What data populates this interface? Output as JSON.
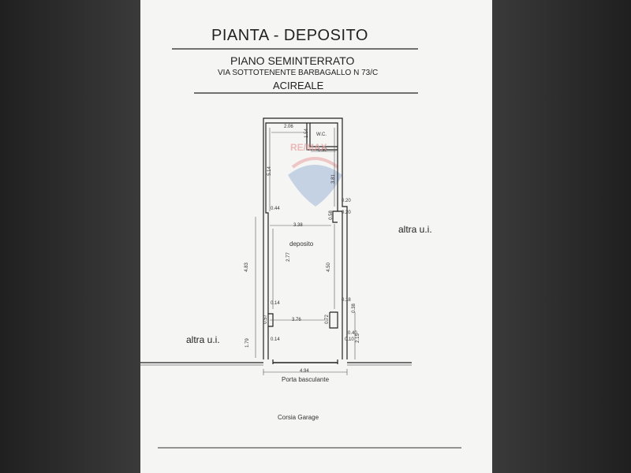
{
  "header": {
    "title": "PIANTA -   DEPOSITO",
    "floor": "PIANO SEMINTERRATO",
    "address": "VIA SOTTOTENENTE BARBAGALLO N 73/C",
    "city": "ACIREALE"
  },
  "plan": {
    "room_label": "deposito",
    "wc_label": "W.C.",
    "other_unit_right": "altra u.i.",
    "other_unit_left": "altra u.i.",
    "door_label": "Porta  basculante",
    "corridor_label": "Corsia Garage",
    "watermark": "RE/MAX",
    "dimensions": {
      "d206": "2.06",
      "d154": "1.54",
      "d152": "1.52",
      "d514": "5.14",
      "d381": "3.81",
      "d020a": "0.20",
      "d020b": "0.20",
      "d044": "0.44",
      "d058": "0.58",
      "d338": "3.38",
      "d277": "2.77",
      "d483": "4.83",
      "d450": "4.50",
      "d014a": "0.14",
      "d018": "0.18",
      "d057": "0.57",
      "d376": "3.76",
      "d072": "0.72",
      "d040": "0.40",
      "d038": "0.38",
      "d014b": "0.14",
      "d179": "1.79",
      "d010": "0.10",
      "d215": "2.15",
      "d494": "4.94"
    }
  },
  "colors": {
    "paper": "#f5f5f4",
    "ink": "#222222",
    "watermark_red": "#e8a0a0",
    "watermark_blue": "#9fb6d8"
  }
}
